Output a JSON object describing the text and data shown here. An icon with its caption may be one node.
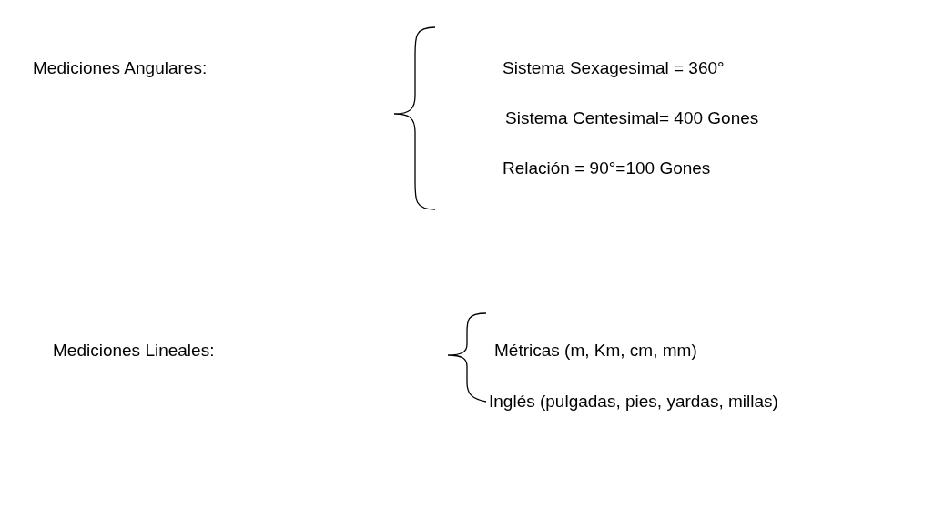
{
  "diagram": {
    "labels": [
      "Mediciones Angulares:",
      "Sistema Sexagesimal = 360°",
      "Sistema Centesimal= 400 Gones",
      "Relación = 90°=100 Gones",
      "Mediciones Lineales:",
      "Métricas (m, Km, cm, mm)",
      "Inglés (pulgadas, pies, yardas, millas)"
    ]
  }
}
